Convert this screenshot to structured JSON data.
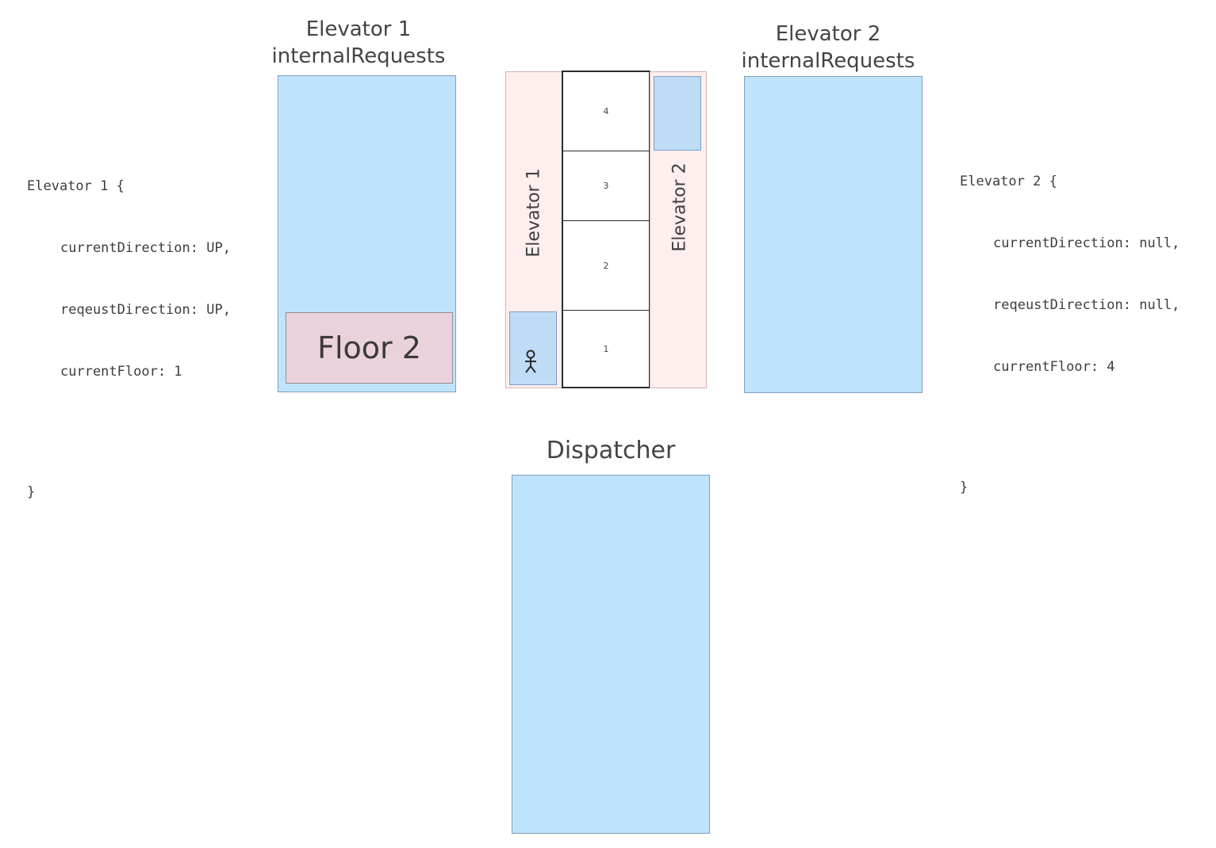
{
  "elevator1": {
    "title_line1": "Elevator 1",
    "title_line2": "internalRequests",
    "queue_item": "Floor 2",
    "state": {
      "open": "Elevator 1 {",
      "current_direction": "currentDirection: UP,",
      "request_direction": "reqeustDirection: UP,",
      "current_floor": "currentFloor: 1",
      "close": "}"
    },
    "shaft_label": "Elevator 1",
    "car_floor": 1
  },
  "elevator2": {
    "title_line1": "Elevator 2",
    "title_line2": "internalRequests",
    "state": {
      "open": "Elevator 2 {",
      "current_direction": "currentDirection: null,",
      "request_direction": "reqeustDirection: null,",
      "current_floor": "currentFloor: 4",
      "close": "}"
    },
    "shaft_label": "Elevator 2",
    "car_floor": 4
  },
  "building": {
    "floors": [
      "4",
      "3",
      "2",
      "1"
    ]
  },
  "dispatcher": {
    "title": "Dispatcher"
  },
  "icons": {
    "passenger": "stick-figure-icon"
  },
  "colors": {
    "queue_fill": "#c0e3fc",
    "request_fill": "#ead2dc",
    "shaft_fill": "#ffeeee",
    "car_fill": "#bfdcf7"
  }
}
